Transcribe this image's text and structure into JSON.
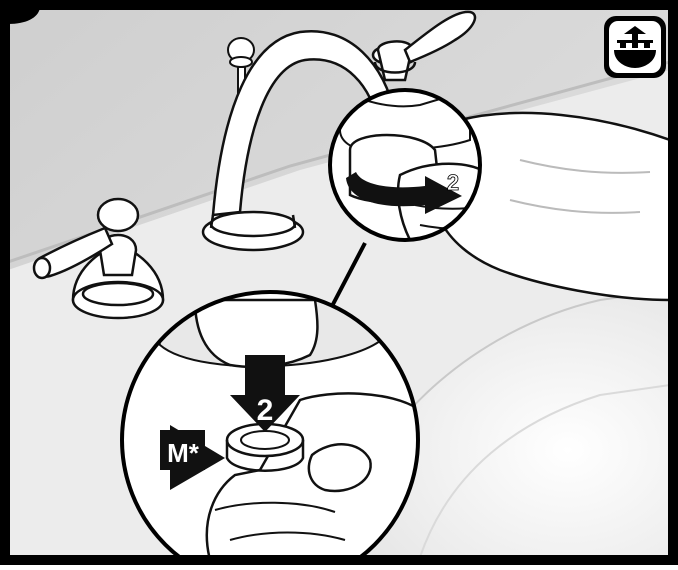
{
  "figure": {
    "step_arrow_top_label": "2",
    "step_arrow_bottom_label": "2",
    "part_callout_label": "M*",
    "corner_icon": "sink-install-icon"
  },
  "colors": {
    "border": "#000000",
    "background_wall": "#d9d9d9",
    "counter_top": "#ececec",
    "sink_basin": "#f4f4f4",
    "fixture_fill": "#ffffff",
    "ink": "#111111"
  }
}
